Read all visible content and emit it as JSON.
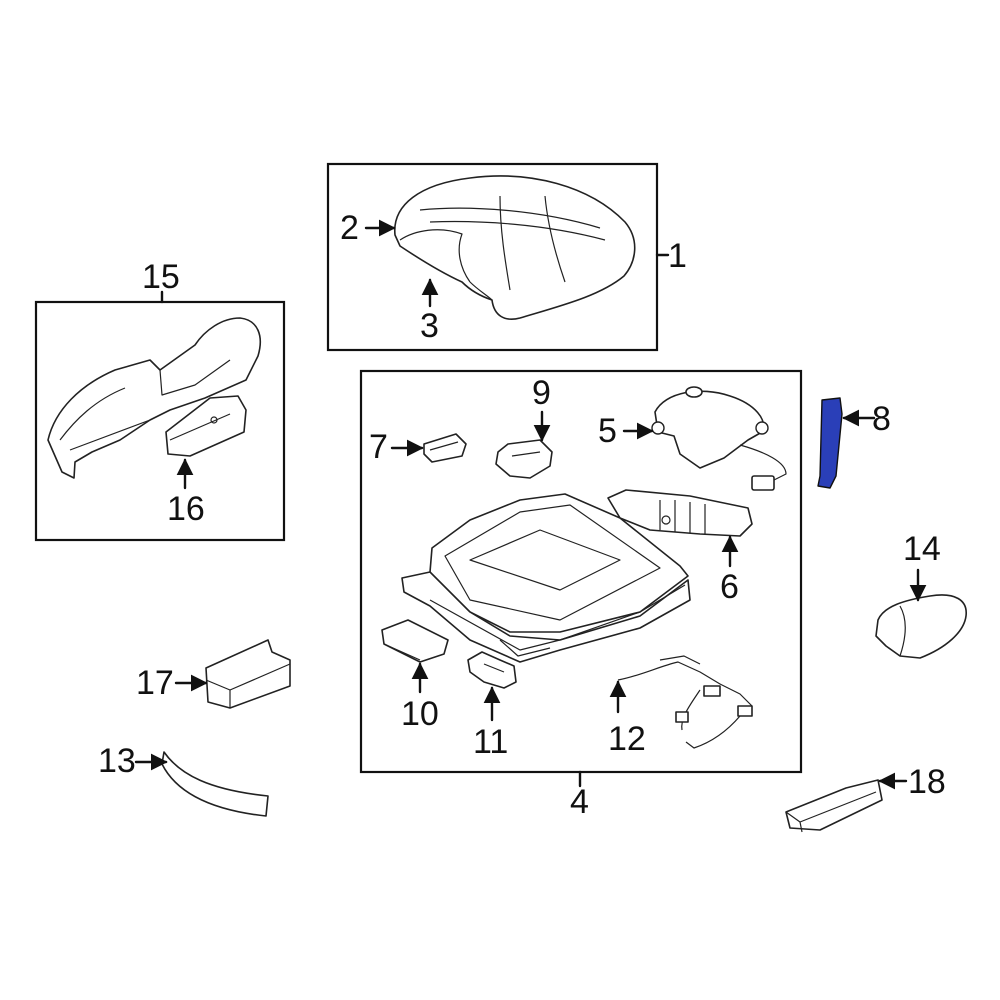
{
  "diagram": {
    "labels": {
      "p1": "1",
      "p2": "2",
      "p3": "3",
      "p4": "4",
      "p5": "5",
      "p6": "6",
      "p7": "7",
      "p8": "8",
      "p9": "9",
      "p10": "10",
      "p11": "11",
      "p12": "12",
      "p13": "13",
      "p14": "14",
      "p15": "15",
      "p16": "16",
      "p17": "17",
      "p18": "18"
    },
    "colors": {
      "highlight": "#2a3fb8",
      "line": "#111111"
    }
  }
}
